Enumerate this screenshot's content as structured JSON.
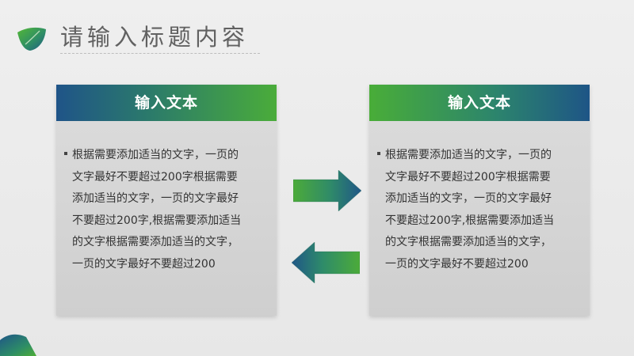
{
  "title": "请输入标题内容",
  "cards": [
    {
      "header": "输入文本",
      "body": "根据需要添加适当的文字，一页的\n文字最好不要超过200字根据需要\n添加适当的文字，一页的文字最好\n不要超过200字,根据需要添加适当\n的文字根据需要添加适当的文字，\n一页的文字最好不要超过200"
    },
    {
      "header": "输入文本",
      "body": "根据需要添加适当的文字，一页的\n文字最好不要超过200字根据需要\n添加适当的文字，一页的文字最好\n不要超过200字,根据需要添加适当\n的文字根据需要添加适当的文字，\n一页的文字最好不要超过200"
    }
  ],
  "icons": {
    "logo": "leaf-logo-icon",
    "forward": "arrow-right-icon",
    "backward": "arrow-left-icon"
  },
  "colors": {
    "green": "#4aac3a",
    "blue": "#1f5488",
    "teal": "#2c846d",
    "background": "#ececec",
    "card_body": "#d6d6d6",
    "title_text": "#616161"
  }
}
